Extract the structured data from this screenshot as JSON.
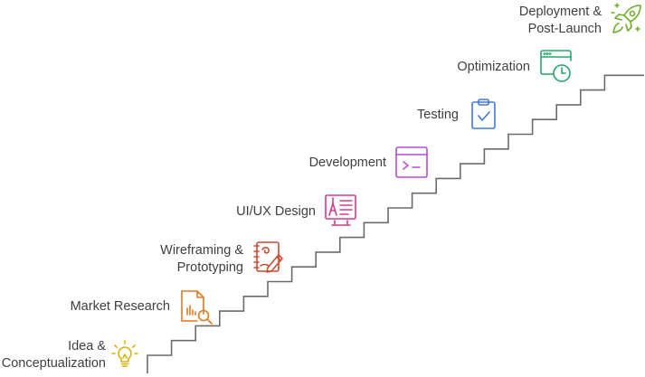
{
  "steps": [
    {
      "lines": [
        "Idea &",
        "Conceptualization"
      ],
      "icon": "lightbulb-icon",
      "color": "#d6b40c"
    },
    {
      "lines": [
        "Market Research"
      ],
      "icon": "document-search-icon",
      "color": "#e07a1f"
    },
    {
      "lines": [
        "Wireframing &",
        "Prototyping"
      ],
      "icon": "sketch-pencil-icon",
      "color": "#cf4a2f"
    },
    {
      "lines": [
        "UI/UX Design"
      ],
      "icon": "design-board-icon",
      "color": "#d63a88"
    },
    {
      "lines": [
        "Development"
      ],
      "icon": "code-window-icon",
      "color": "#b64fd0"
    },
    {
      "lines": [
        "Testing"
      ],
      "icon": "clipboard-check-icon",
      "color": "#3e79d8"
    },
    {
      "lines": [
        "Optimization"
      ],
      "icon": "browser-clock-icon",
      "color": "#27a86a"
    },
    {
      "lines": [
        "Deployment &",
        "Post-Launch"
      ],
      "icon": "rocket-icon",
      "color": "#6fae2a"
    }
  ]
}
